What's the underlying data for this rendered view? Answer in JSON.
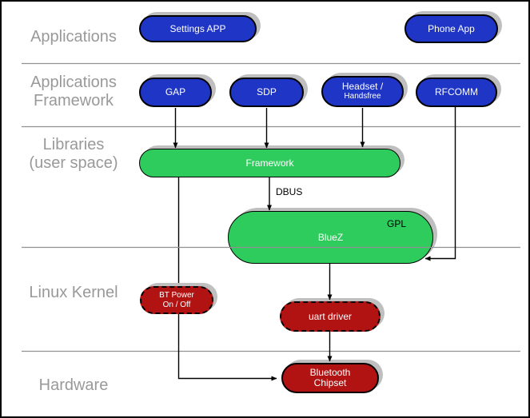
{
  "layer_labels": {
    "applications": "Applications",
    "app_framework_line1": "Applications",
    "app_framework_line2": "Framework",
    "libraries_line1": "Libraries",
    "libraries_line2": "(user space)",
    "linux_kernel": "Linux Kernel",
    "hardware": "Hardware"
  },
  "nodes": {
    "settings_app": "Settings APP",
    "phone_app": "Phone App",
    "gap": "GAP",
    "sdp": "SDP",
    "headset_line1": "Headset /",
    "headset_line2": "Handsfree",
    "rfcomm": "RFCOMM",
    "framework": "Framework",
    "bluez": "BlueZ",
    "bt_power_line1": "BT Power",
    "bt_power_line2": "On / Off",
    "uart_driver": "uart driver",
    "chipset_line1": "Bluetooth",
    "chipset_line2": "Chipset"
  },
  "annotations": {
    "dbus": "DBUS",
    "gpl": "GPL"
  },
  "colors": {
    "app_box": "#1e35c6",
    "lib_box": "#2ecc5c",
    "kernel_box": "#b11313",
    "label_gray": "#999999",
    "line_gray": "#919191",
    "shadow": "#bfbfbf",
    "ink": "#000000"
  }
}
